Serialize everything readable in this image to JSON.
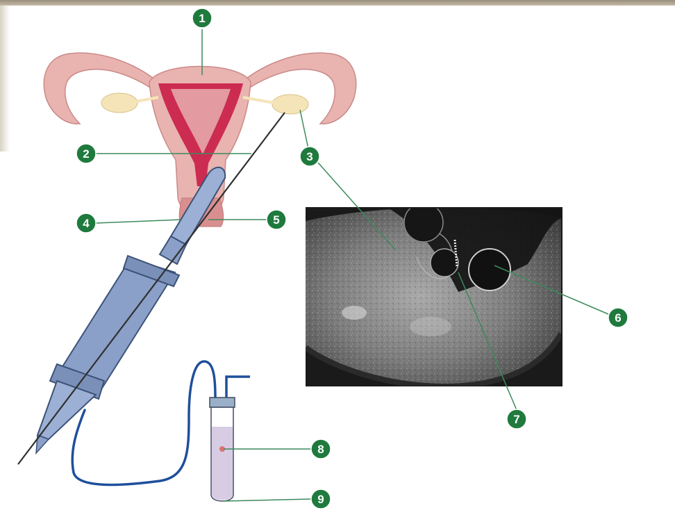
{
  "colors": {
    "label_marker": "#1f7a3d",
    "leader_line": "#3c8a5c",
    "uterus_outer": "#e9b3b0",
    "uterus_inner": "#cc2b52",
    "ovary": "#f5e4b8",
    "probe": "#8aa0c8",
    "probe_outline": "#3d5278",
    "tubing": "#1f4f9c",
    "ultrasound_bg": "#1a1a1a"
  },
  "labels": [
    {
      "number": "1",
      "target": "uterus"
    },
    {
      "number": "2",
      "target": "cervical-canal"
    },
    {
      "number": "3",
      "target": "ovary"
    },
    {
      "number": "4",
      "target": "vaginal-ultrasound-probe"
    },
    {
      "number": "5",
      "target": "vagina"
    },
    {
      "number": "6",
      "target": "follicle"
    },
    {
      "number": "7",
      "target": "needle-tip"
    },
    {
      "number": "8",
      "target": "follicular-fluid"
    },
    {
      "number": "9",
      "target": "collection-tube"
    }
  ]
}
